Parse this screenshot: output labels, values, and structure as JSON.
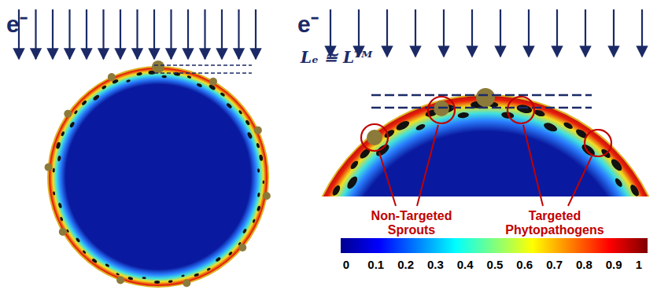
{
  "diagram": {
    "labels": [
      "e⁻",
      "e⁻",
      "Lₑ ≅ Lᵀᴹ",
      "Non-Targeted Sprouts",
      "Targeted Phytopathogens",
      "0",
      "0.1",
      "0.2",
      "0.3",
      "0.4",
      "0.5",
      "0.6",
      "0.7",
      "0.8",
      "0.9",
      "1"
    ]
  }
}
